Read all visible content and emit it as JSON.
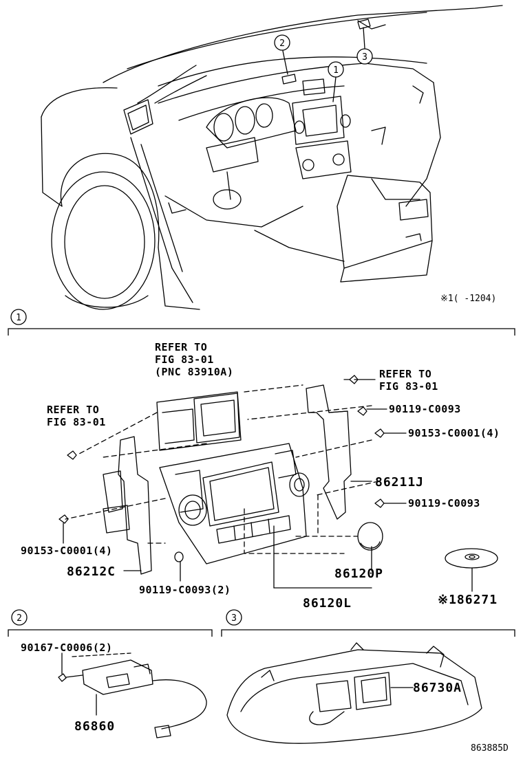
{
  "callouts": {
    "c1": "1",
    "c2": "2",
    "c3": "3"
  },
  "footnote": "※1(    -1204)",
  "section1": {
    "refer_top": [
      "REFER TO",
      "FIG 83-01",
      "(PNC 83910A)"
    ],
    "refer_right": [
      "REFER TO",
      "FIG 83-01"
    ],
    "refer_left": [
      "REFER TO",
      "FIG 83-01"
    ],
    "part_90119_top": "90119-C0093",
    "part_90153_right": "90153-C0001(4)",
    "part_86211J": "86211J",
    "part_90119_mid": "90119-C0093",
    "part_90153_left": "90153-C0001(4)",
    "part_86212C": "86212C",
    "part_90119_bottom": "90119-C0093(2)",
    "part_86120P": "86120P",
    "part_86120L": "86120L",
    "part_86271": "※186271"
  },
  "section2": {
    "part_90167": "90167-C0006(2)",
    "part_86860": "86860"
  },
  "section3": {
    "part_86730A": "86730A"
  },
  "drawing_id": "863885D"
}
